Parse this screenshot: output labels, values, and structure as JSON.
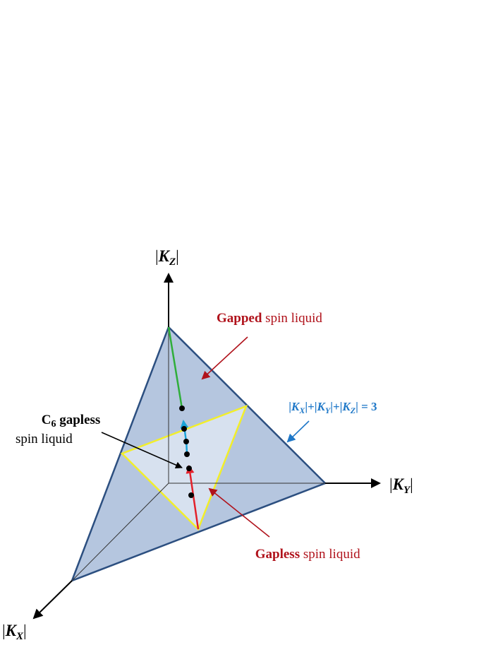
{
  "axes": {
    "z": {
      "bar_left": "|",
      "letter": "K",
      "subscript": "Z",
      "bar_right": "|"
    },
    "y": {
      "bar_left": "|",
      "letter": "K",
      "subscript": "Y",
      "bar_right": "|"
    },
    "x": {
      "bar_left": "|",
      "letter": "K",
      "subscript": "X",
      "bar_right": "|"
    }
  },
  "labels": {
    "gapped": {
      "bold": "Gapped",
      "rest": " spin liquid"
    },
    "gapless": {
      "bold": "Gapless",
      "rest": " spin liquid"
    },
    "c6_line1": {
      "bold_prefix": "C",
      "subscript": "6",
      "bold_rest": " gapless"
    },
    "c6_line2": "spin liquid",
    "constraint": {
      "p1": "|",
      "k1": "K",
      "s1": "X",
      "p2": "|+|",
      "k2": "K",
      "s2": "Y",
      "p3": "|+|",
      "k3": "K",
      "s3": "Z",
      "p4": "| = 3"
    }
  },
  "colors": {
    "face_fill": "#b5c6df",
    "inner_fill": "#d7e1ef",
    "edge": "#2c4f80",
    "yellow": "#f2ee2a",
    "green": "#2fae3a",
    "cyan": "#1aa3d8",
    "red": "#e3202a",
    "label_red": "#b0121b",
    "label_blue": "#1f78c8"
  }
}
